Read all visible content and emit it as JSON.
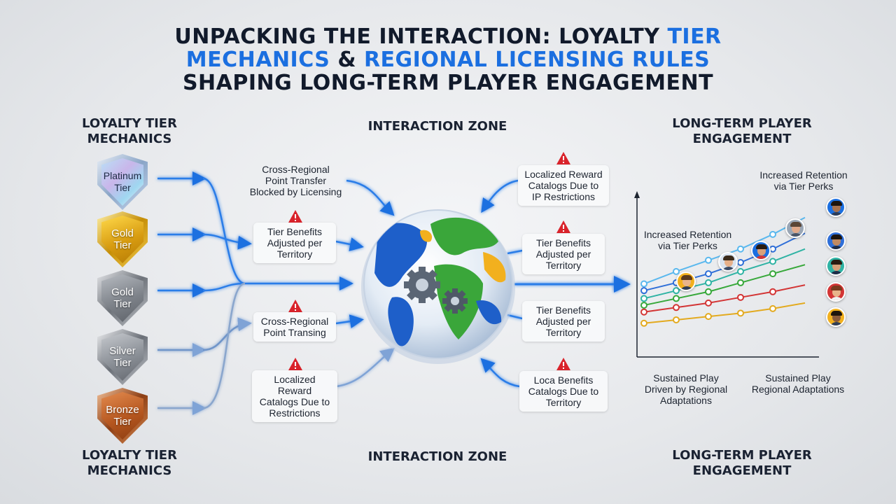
{
  "title": {
    "line1_a": "UNPACKING THE INTERACTION: LOYALTY ",
    "line1_b": "TIER",
    "line2_a": "MECHANICS",
    "line2_b": " & ",
    "line2_c": "REGIONAL LICENSING RULES",
    "line3": "SHAPING LONG-TERM PLAYER ENGAGEMENT"
  },
  "columns": {
    "left_top": [
      "LOYALTY TIER",
      "MECHANICS"
    ],
    "center_top": "INTERACTION ZONE",
    "right_top": [
      "LONG-TERM PLAYER",
      "ENGAGEMENT"
    ],
    "left_bottom": [
      "LOYALTY TIER",
      "MECHANICS"
    ],
    "center_bottom": "INTERACTION ZONE",
    "right_bottom": [
      "LONG-TERM PLAYER",
      "ENGAGEMENT"
    ]
  },
  "tiers": [
    {
      "line1": "Platinum",
      "line2": "Tier",
      "color": "#9fb9d8"
    },
    {
      "line1": "Gold",
      "line2": "Tier",
      "color": "#d9a514"
    },
    {
      "line1": "Gold",
      "line2": "Tier",
      "color": "#9a9ea4"
    },
    {
      "line1": "Silver",
      "line2": "Tier",
      "color": "#8e939a"
    },
    {
      "line1": "Bronze",
      "line2": "Tier",
      "color": "#c06a35"
    }
  ],
  "left_notes": [
    {
      "lines": [
        "Cross-Regional",
        "Point Transfer",
        "Blocked by Licensing"
      ],
      "warning": false
    },
    {
      "lines": [
        "Tier Benefits",
        "Adjusted per",
        "Territory"
      ],
      "warning": true
    },
    {
      "lines": [
        "Cross-Regional",
        "Point Transing"
      ],
      "warning": true
    },
    {
      "lines": [
        "Localized Reward",
        "Catalogs Due to",
        "Restrictions"
      ],
      "warning": true
    }
  ],
  "right_notes": [
    {
      "lines": [
        "Localized Reward",
        "Catalogs Due to",
        "IP Restrictions"
      ],
      "warning": true
    },
    {
      "lines": [
        "Tier Benefits",
        "Adjusted per",
        "Territory"
      ],
      "warning": true
    },
    {
      "lines": [
        "Tier Benefits",
        "Adjusted per",
        "Territory"
      ],
      "warning": false
    },
    {
      "lines": [
        "Loca Benefits",
        "Catalogs Due to",
        "Territory"
      ],
      "warning": true
    }
  ],
  "chart_annotations": {
    "top_right": [
      "Increased Retention",
      "via Tier Perks"
    ],
    "top_left": [
      "Increased Retention",
      "via Tier Perks"
    ],
    "bottom_left": [
      "Sustained Play",
      "Driven by Regional",
      "Adaptations"
    ],
    "bottom_right": [
      "Sustained Play",
      "Regional Adaptations"
    ]
  },
  "colors": {
    "accent_blue": "#1b6fe0",
    "warning_red": "#d9232b",
    "globe_land_green": "#3aa63a",
    "globe_land_blue": "#1e5fc9",
    "globe_land_yellow": "#f2b01e"
  },
  "chart_data": {
    "type": "line",
    "title": "",
    "xlabel": "",
    "ylabel": "",
    "x": [
      1,
      2,
      3,
      4,
      5,
      6
    ],
    "series": [
      {
        "color": "#5ab8ee",
        "values": [
          6.5,
          7.6,
          8.6,
          9.6,
          10.9,
          12.4
        ]
      },
      {
        "color": "#2f6fd8",
        "values": [
          5.9,
          6.6,
          7.4,
          8.4,
          9.6,
          11.0
        ]
      },
      {
        "color": "#2fb3a4",
        "values": [
          5.2,
          5.9,
          6.6,
          7.6,
          8.5,
          9.6
        ]
      },
      {
        "color": "#37a83a",
        "values": [
          4.6,
          5.2,
          5.8,
          6.6,
          7.4,
          8.2
        ]
      },
      {
        "color": "#d33535",
        "values": [
          4.0,
          4.4,
          4.8,
          5.3,
          5.8,
          6.4
        ]
      },
      {
        "color": "#e3aa1f",
        "values": [
          3.0,
          3.3,
          3.6,
          3.9,
          4.3,
          4.8
        ]
      }
    ]
  }
}
